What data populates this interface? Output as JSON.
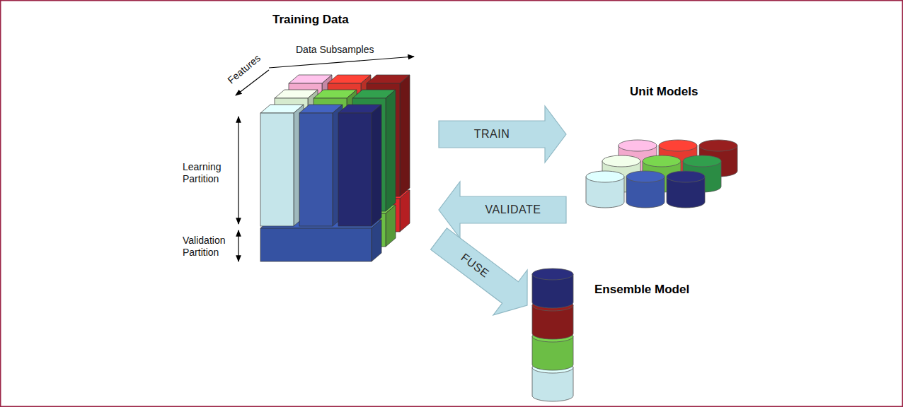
{
  "diagram": {
    "nodes": [
      {
        "text": [
          "Training Data"
        ]
      },
      {
        "text": [
          "Unit Models"
        ]
      },
      {
        "text": [
          "Ensemble Model"
        ]
      }
    ],
    "edges": [
      {
        "from": 0,
        "to": 1,
        "label": "TRAIN",
        "arrow": "to"
      },
      {
        "from": 1,
        "to": 0,
        "label": "VALIDATE",
        "arrow": "to"
      },
      {
        "from": 0,
        "to": 2,
        "label": "FUSE",
        "arrow": "to"
      }
    ],
    "labels": [
      "Data Subsamples",
      "Features",
      "Learning Partition",
      "Validation Partition"
    ]
  }
}
